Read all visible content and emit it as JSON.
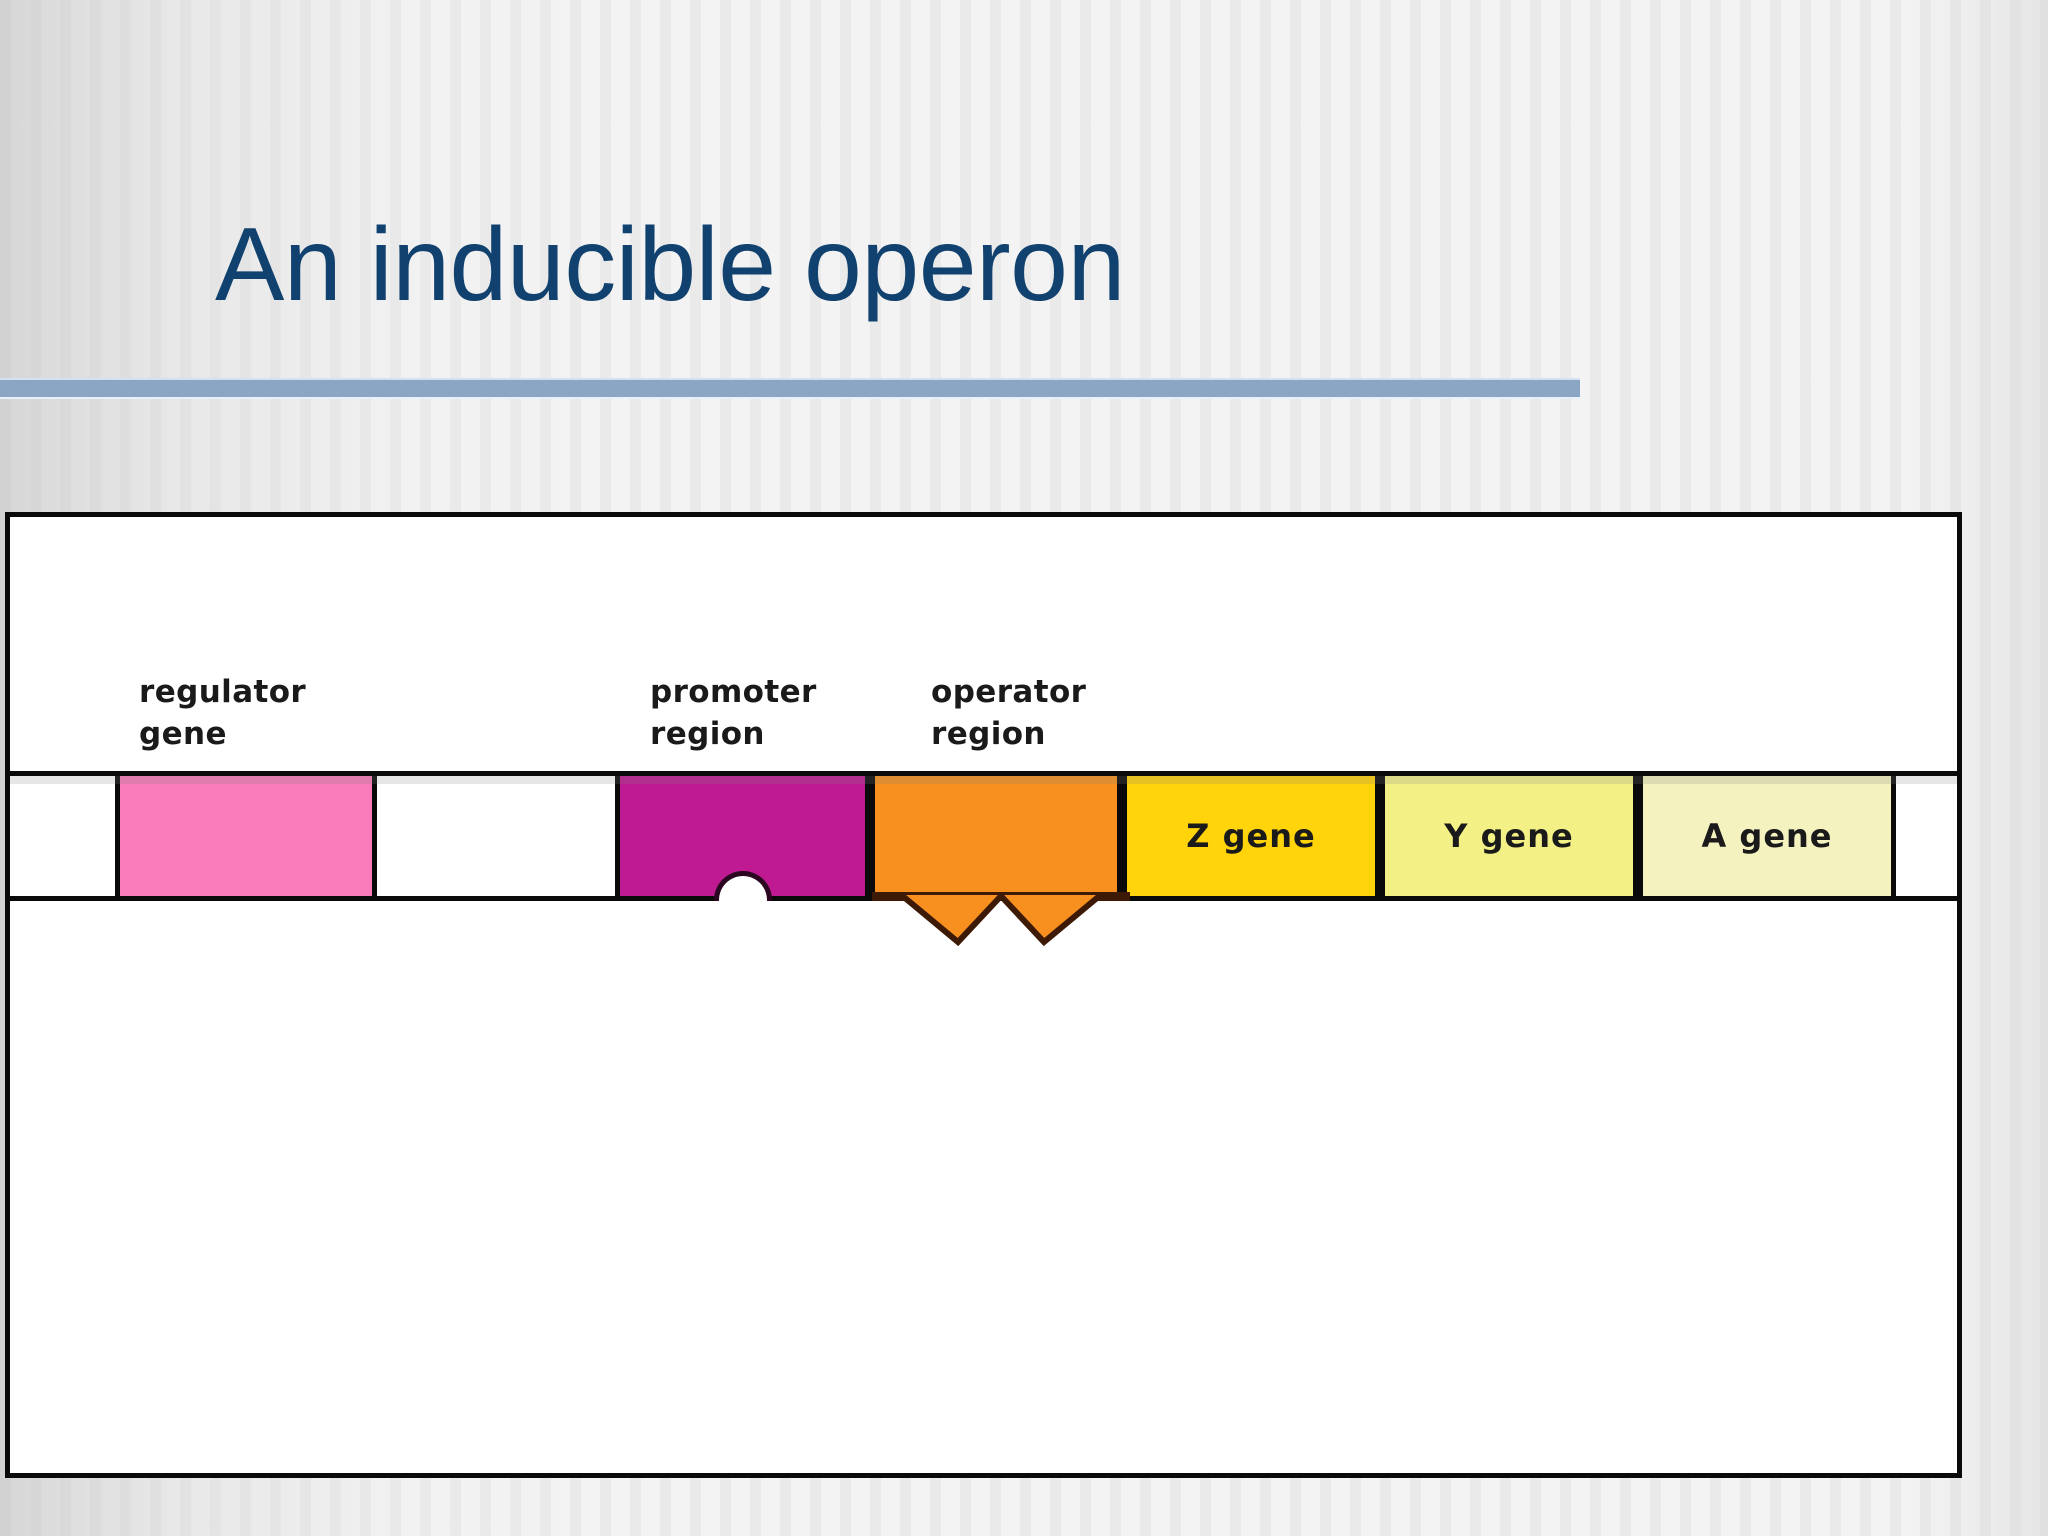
{
  "slide": {
    "title": "An inducible operon",
    "title_color": "#11416e",
    "rule_color": "#8ba6c4",
    "background_color": "#f3f3f3"
  },
  "diagram": {
    "caption": "",
    "panel_border_color": "#0a0a0a",
    "labels": {
      "regulator": "regulator\ngene",
      "promoter": "promoter\nregion",
      "operator": "operator\nregion"
    },
    "segments": [
      {
        "id": "regulator",
        "label": "",
        "color": "#f97bb9",
        "kind": "regulator-gene-box"
      },
      {
        "id": "promoter",
        "label": "",
        "color": "#bf1a92",
        "kind": "promoter-box-with-notch"
      },
      {
        "id": "operator",
        "label": "",
        "color": "#f7901e",
        "kind": "operator-box-with-zigzag"
      },
      {
        "id": "z",
        "label": "Z gene",
        "color": "#ffd40a",
        "kind": "structural-gene-box"
      },
      {
        "id": "y",
        "label": "Y gene",
        "color": "#f3f086",
        "kind": "structural-gene-box"
      },
      {
        "id": "a",
        "label": "A gene",
        "color": "#f4f2bf",
        "kind": "structural-gene-box"
      }
    ]
  }
}
